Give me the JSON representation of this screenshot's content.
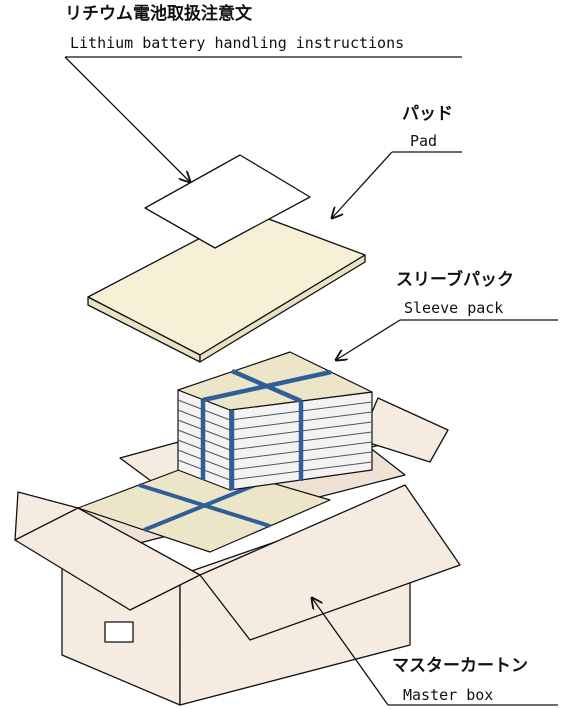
{
  "labels": {
    "instructions_jp": "リチウム電池取扱注意文",
    "instructions_en": "Lithium battery handling instructions",
    "pad_jp": "パッド",
    "pad_en": "Pad",
    "sleeve_jp": "スリーブパック",
    "sleeve_en": "Sleeve pack",
    "box_jp": "マスターカートン",
    "box_en": "Master box"
  },
  "colors": {
    "line": "#111111",
    "carton": "#f6ebe0",
    "carton_side": "#efe2d4",
    "pad": "#f5f0d6",
    "sleeve": "#ece5c8",
    "band": "#2f5f9a",
    "paper": "#ffffff"
  }
}
